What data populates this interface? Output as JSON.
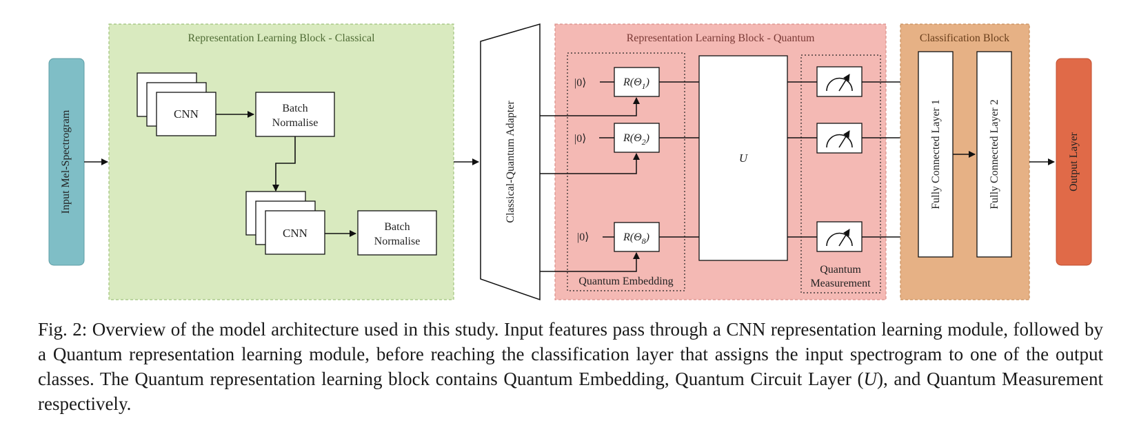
{
  "input_label": "Input Mel-Spectrogram",
  "output_label": "Output Layer",
  "classical_block": {
    "title": "Representation Learning Block - Classical",
    "cnn_1": "CNN",
    "batch_norm_1": [
      "Batch",
      "Normalise"
    ],
    "cnn_2": "CNN",
    "batch_norm_2": [
      "Batch",
      "Normalise"
    ]
  },
  "adapter_label": "Classical-Quantum Adapter",
  "quantum_block": {
    "title": "Representation Learning Block - Quantum",
    "kets": [
      "|0⟩",
      "|0⟩",
      "|0⟩"
    ],
    "gates": [
      {
        "base": "R(Θ",
        "sub": "1",
        "end": ")"
      },
      {
        "base": "R(Θ",
        "sub": "2",
        "end": ")"
      },
      {
        "base": "R(Θ",
        "sub": "8",
        "end": ")"
      }
    ],
    "unitary": "U",
    "embedding_label": "Quantum Embedding",
    "measurement_label": [
      "Quantum",
      "Measurement"
    ]
  },
  "classification_block": {
    "title": "Classification Block",
    "fc1": "Fully Connected Layer 1",
    "fc2": "Fully Connected Layer 2"
  },
  "colors": {
    "input": "#7fbec6",
    "classical_bg": "#d9eabf",
    "quantum_bg": "#f4b9b4",
    "classification_bg": "#e6b185",
    "output": "#e06a48"
  },
  "caption": {
    "prefix": "Fig. 2: Overview of the model architecture used in this study. Input features pass through a CNN representation learning module, followed by a Quantum representation learning module, before reaching the classification layer that assigns the input spectrogram to one of the output classes. The Quantum representation learning block contains Quantum Embedding, Quantum Circuit Layer (",
    "italic": "U",
    "suffix": "), and Quantum Measurement respectively."
  }
}
